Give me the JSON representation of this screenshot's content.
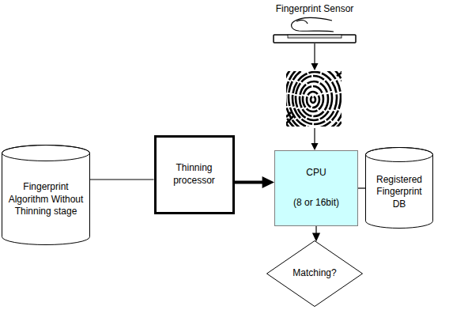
{
  "diagram": {
    "nodes": [
      {
        "text": [
          "Fingerprint Algorithm Without Thinning stage"
        ]
      },
      {
        "text": [
          "Thinning processor"
        ]
      },
      {
        "text": [
          "CPU",
          "(8 or 16bit)"
        ]
      },
      {
        "text": [
          "Registered Fingerprint DB"
        ]
      },
      {
        "text": [
          "Matching?"
        ]
      }
    ],
    "edges": [
      {
        "from": 0,
        "to": 1,
        "arrow": "none"
      },
      {
        "from": 1,
        "to": 2,
        "arrow": "to"
      },
      {
        "from": 2,
        "to": 3,
        "arrow": "none"
      },
      {
        "from": 2,
        "to": 4,
        "arrow": "to"
      }
    ],
    "labels": [
      "Fingerprint Sensor"
    ]
  }
}
